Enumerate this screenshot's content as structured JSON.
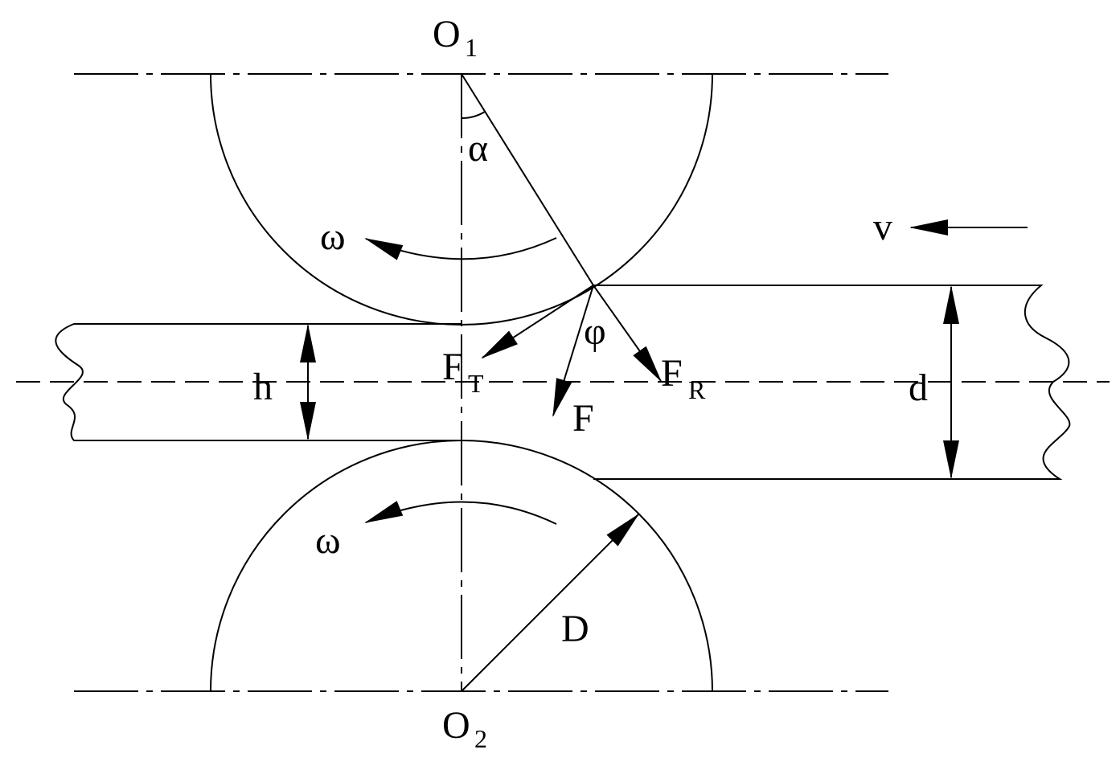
{
  "labels": {
    "o1": "O",
    "o1_sub": "1",
    "o2": "O",
    "o2_sub": "2",
    "alpha": "α",
    "omega_top": "ω",
    "omega_bottom": "ω",
    "v": "v",
    "phi": "φ",
    "h": "h",
    "d": "d",
    "ft": "F",
    "ft_sub": "T",
    "fr": "F",
    "fr_sub": "R",
    "f": "F",
    "D": "D"
  }
}
